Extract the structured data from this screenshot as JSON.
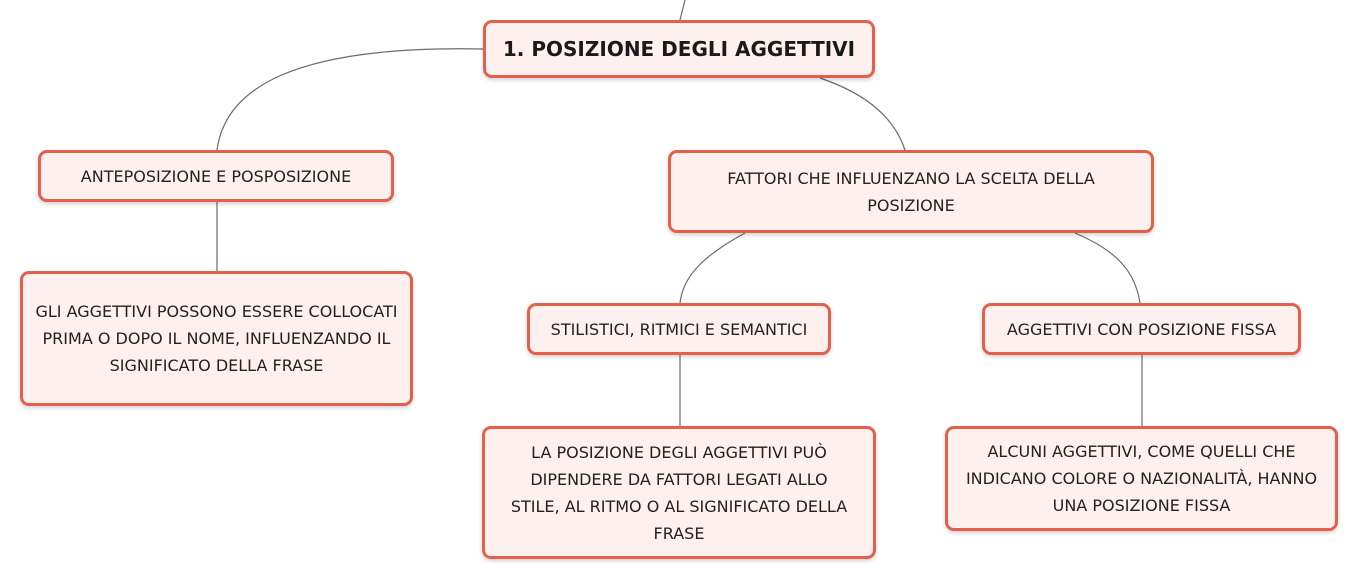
{
  "nodes": {
    "root": "1. POSIZIONE DEGLI AGGETTIVI",
    "anteposizione": "ANTEPOSIZIONE E POSPOSIZIONE",
    "anteposizione_detail": "GLI AGGETTIVI POSSONO ESSERE COLLOCATI PRIMA O DOPO IL NOME, INFLUENZANDO IL SIGNIFICATO DELLA FRASE",
    "fattori": "FATTORI CHE INFLUENZANO LA SCELTA DELLA POSIZIONE",
    "stilistici": "STILISTICI, RITMICI E SEMANTICI",
    "stilistici_detail": "LA POSIZIONE DEGLI AGGETTIVI PUÒ DIPENDERE DA FATTORI LEGATI ALLO STILE, AL RITMO O AL SIGNIFICATO DELLA FRASE",
    "fissa": "AGGETTIVI CON POSIZIONE FISSA",
    "fissa_detail": "ALCUNI AGGETTIVI, COME QUELLI CHE INDICANO COLORE O NAZIONALITÀ, HANNO UNA POSIZIONE FISSA"
  },
  "colors": {
    "border": "#e3614b",
    "fill": "#fdf0ee",
    "connector": "#6b6b6b"
  }
}
